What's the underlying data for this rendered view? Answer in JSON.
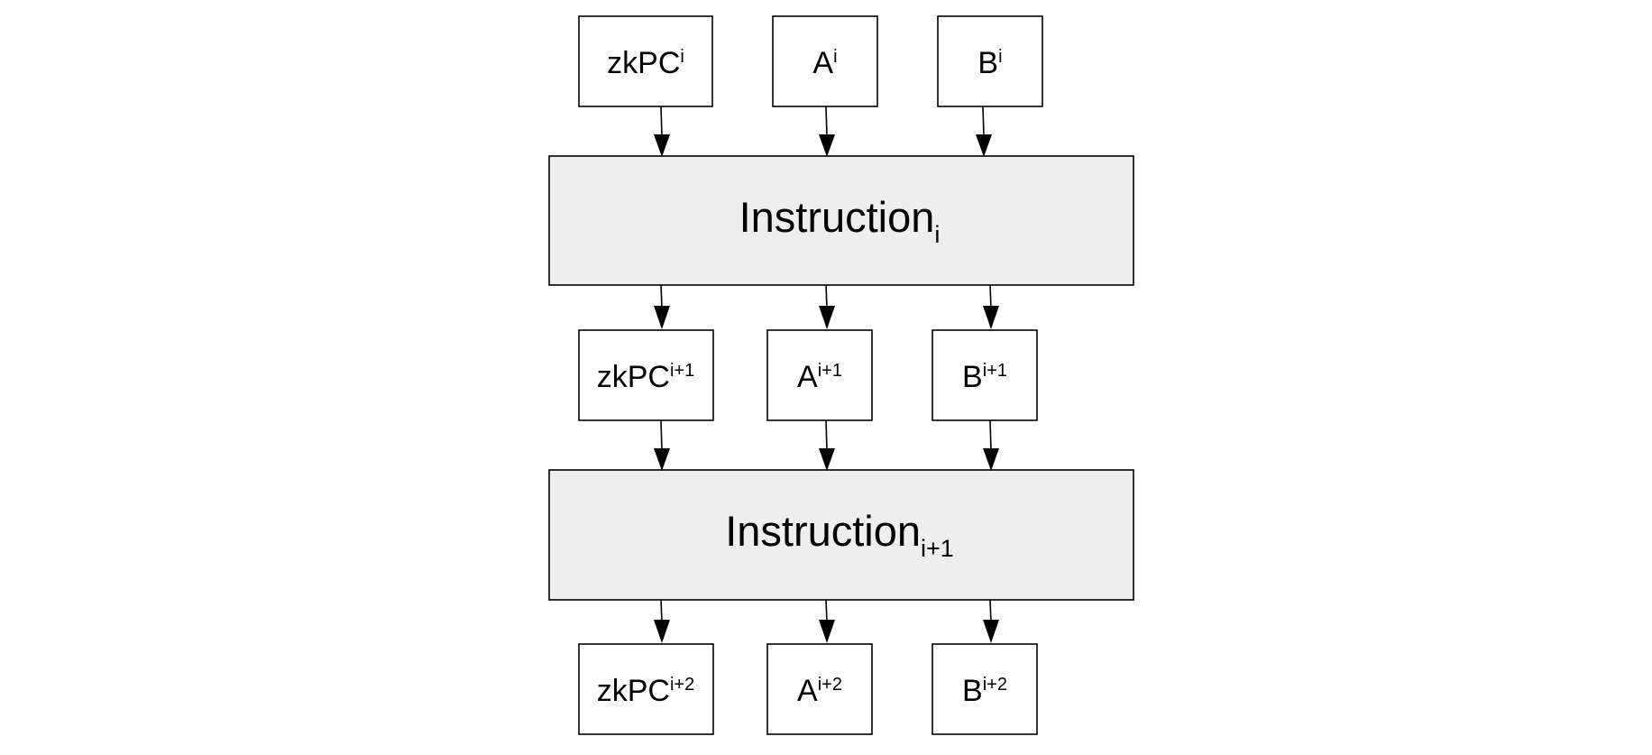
{
  "diagram": {
    "rows": [
      [
        {
          "base": "zkPC",
          "sup": "i"
        },
        {
          "base": "A",
          "sup": "i"
        },
        {
          "base": "B",
          "sup": "i"
        }
      ],
      [
        {
          "base": "zkPC",
          "sup": "i+1"
        },
        {
          "base": "A",
          "sup": "i+1"
        },
        {
          "base": "B",
          "sup": "i+1"
        }
      ],
      [
        {
          "base": "zkPC",
          "sup": "i+2"
        },
        {
          "base": "A",
          "sup": "i+2"
        },
        {
          "base": "B",
          "sup": "i+2"
        }
      ]
    ],
    "instructions": [
      {
        "base": "Instruction",
        "sub": "i"
      },
      {
        "base": "Instruction",
        "sub": "i+1"
      }
    ],
    "colors": {
      "block_fill": "#eeeeee",
      "box_fill": "#ffffff",
      "stroke": "#000000"
    }
  }
}
